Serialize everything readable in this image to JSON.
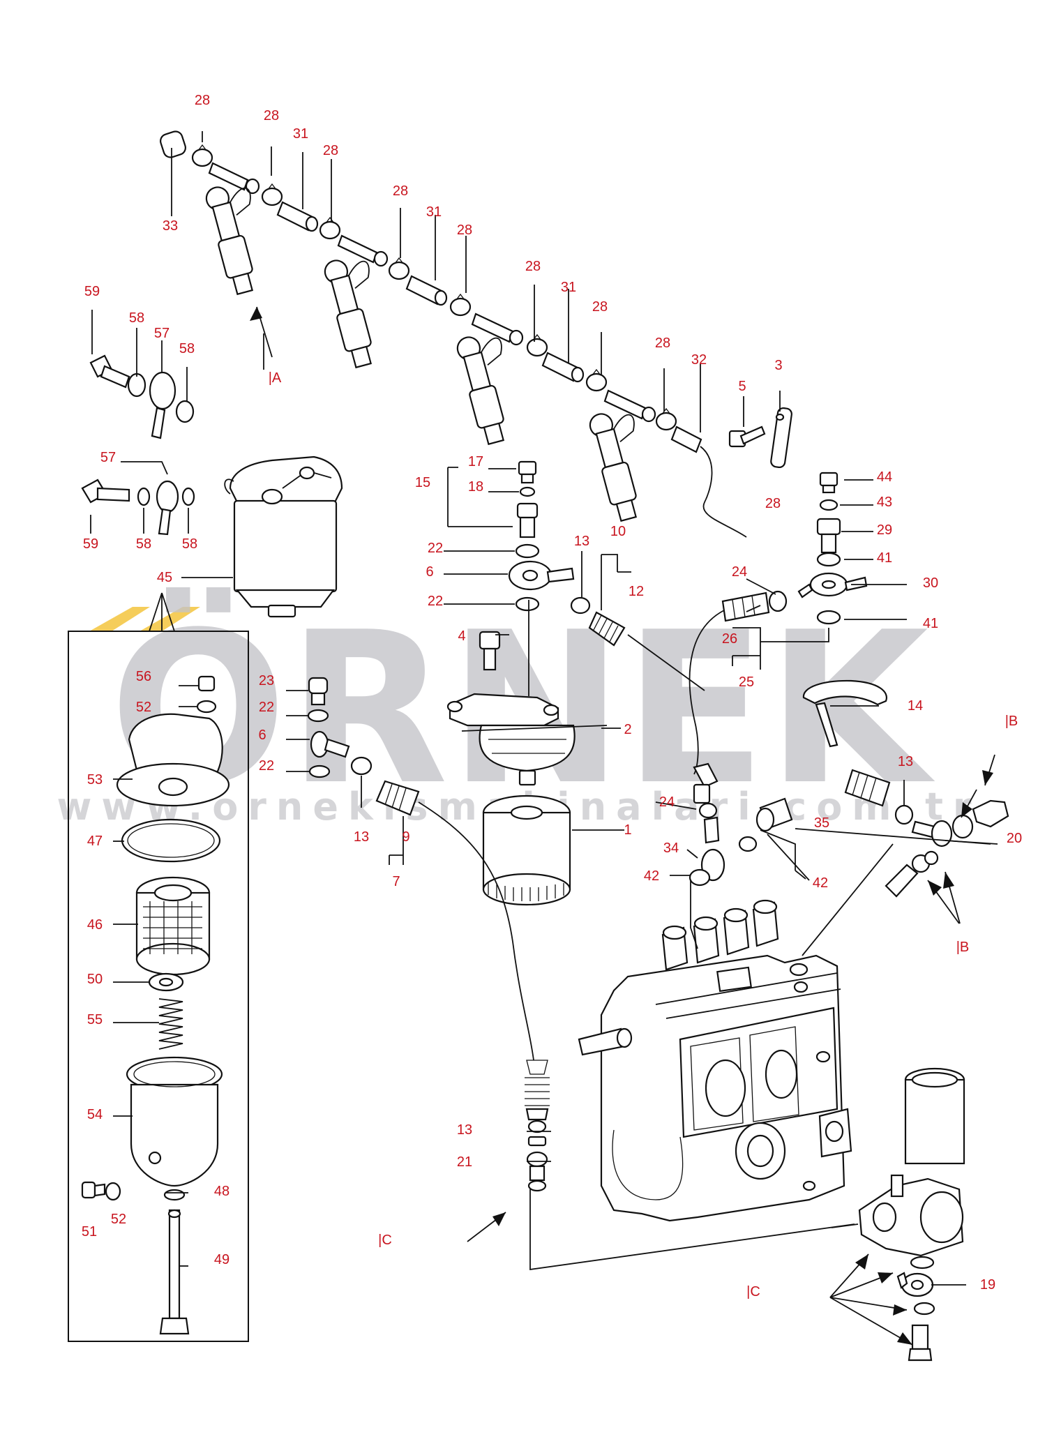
{
  "watermark": {
    "brand": "ÖRNEK",
    "url": "www.ornekismakinalari.com.tr",
    "colors": {
      "text": "#c4c4c8",
      "accent": "#f5cd5a"
    }
  },
  "colors": {
    "callout": "#c8141e",
    "line": "#111111"
  },
  "callouts": [
    "28",
    "28",
    "31",
    "28",
    "33",
    "28",
    "31",
    "28",
    "28",
    "31",
    "28",
    "28",
    "32",
    "5",
    "3",
    "59",
    "58",
    "57",
    "58",
    "|A",
    "57",
    "59",
    "58",
    "58",
    "45",
    "15",
    "17",
    "18",
    "22",
    "6",
    "22",
    "13",
    "12",
    "10",
    "28",
    "44",
    "43",
    "29",
    "41",
    "24",
    "30",
    "41",
    "26",
    "25",
    "4",
    "2",
    "56",
    "52",
    "23",
    "22",
    "6",
    "22",
    "53",
    "13",
    "9",
    "7",
    "1",
    "14",
    "|B",
    "13",
    "24",
    "35",
    "20",
    "47",
    "34",
    "42",
    "42",
    "|B",
    "46",
    "50",
    "55",
    "54",
    "13",
    "21",
    "51",
    "52",
    "48",
    "|C",
    "49",
    "|C",
    "19"
  ]
}
